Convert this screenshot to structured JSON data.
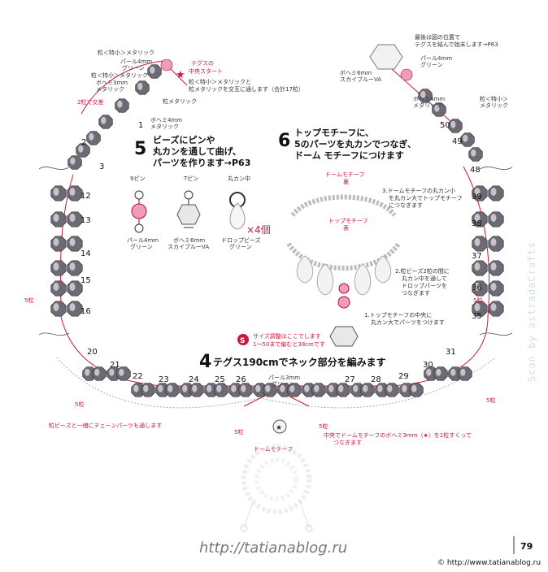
{
  "colors": {
    "accent": "#d2143a",
    "bead_dark": "#6d6a74",
    "bead_pink": "#ef9fb5",
    "thread": "#d2143a",
    "chain": "#8a8a8a"
  },
  "step5": {
    "num": "5",
    "line1": "ビーズにピンや",
    "line2": "丸カンを通して曲げ、",
    "line3": "パーツを作ります→P63",
    "pin9": "9ピン",
    "pinT": "Tピン",
    "ring": "丸カン中",
    "cap1": "パール4mm",
    "cap1b": "グリーン",
    "cap2": "ボヘミ6mm",
    "cap2b": "スカイブルーVA",
    "cap3": "ドロップビーズ",
    "cap3b": "グリーン",
    "times": "×4個"
  },
  "step6": {
    "num": "6",
    "line1": "トップモチーフに、",
    "line2": "5のパーツを丸カンでつなぎ、",
    "line3": "ドーム モチーフにつけます",
    "dome": "ドームモチーフ",
    "back": "裏",
    "top": "トップモチーフ",
    "front": "表",
    "n3a": "3.ドームモチーフの丸カン小",
    "n3b": "を丸カン大でトップモチーフ",
    "n3c": "につなぎます",
    "n2a": "2.粒ビーズ2粒の間に",
    "n2b": "丸カン中を通して",
    "n2c": "ドロップパーツを",
    "n2d": "つなぎます",
    "n1a": "1.トップモチーフの中央に",
    "n1b": "丸カン大でパーツをつけます"
  },
  "step4": {
    "num": "4",
    "text": "テグス190cmでネック部分を編みます",
    "s_badge": "S",
    "size1": "サイズ調整はここでします",
    "size2": "1〜50まで編むと38cmです"
  },
  "top_left": {
    "a": "粒＜特小＞メタリック",
    "b": "パール4mm",
    "c": "グリーン",
    "d": "粒＜特小＞メタリック",
    "e": "ボヘミ3mm",
    "f": "メタリック",
    "start1": "テグスの",
    "start2": "中央スタート",
    "g": "粒＜特小＞メタリックと",
    "h": "粒メタリックを交互に通します（合計17粒）",
    "i": "粒メタリック",
    "j": "2粒で交差",
    "k": "ボヘミ4mm",
    "l": "メタリック"
  },
  "top_right": {
    "a": "最後は図の位置で",
    "b": "テグスを結んで始末します→P63",
    "c": "パール4mm",
    "d": "グリーン",
    "e": "ボヘミ6mm",
    "f": "スカイブルーVA",
    "g": "ボヘミ4mm",
    "h": "メタリック",
    "i": "粒＜特小＞",
    "j": "メタリック"
  },
  "five_grains": "5粒",
  "numbers_left": [
    "1",
    "2",
    "3",
    "12",
    "13",
    "14",
    "15",
    "16"
  ],
  "numbers_right": [
    "50",
    "49",
    "48",
    "39",
    "38",
    "37",
    "36",
    "35"
  ],
  "numbers_bottom": [
    "20",
    "21",
    "22",
    "23",
    "24",
    "25",
    "26",
    "27",
    "28",
    "29",
    "30",
    "31"
  ],
  "pearl3": "パール3mm",
  "pearl3b": "グリーン",
  "dome_bottom": "ドームモチーフ",
  "footnote_left": "粒ビーズと一緒にチェーンパーツも通します",
  "footnote_right1": "中央でドームモチーフのボヘミ3mm（★）を1粒すくって",
  "footnote_right2": "つなぎます",
  "watermark": "Scan by astradaCrafts",
  "url": "http://tatianablog.ru",
  "page_no": "79",
  "footer_url": "© http://www.tatianablog.ru"
}
